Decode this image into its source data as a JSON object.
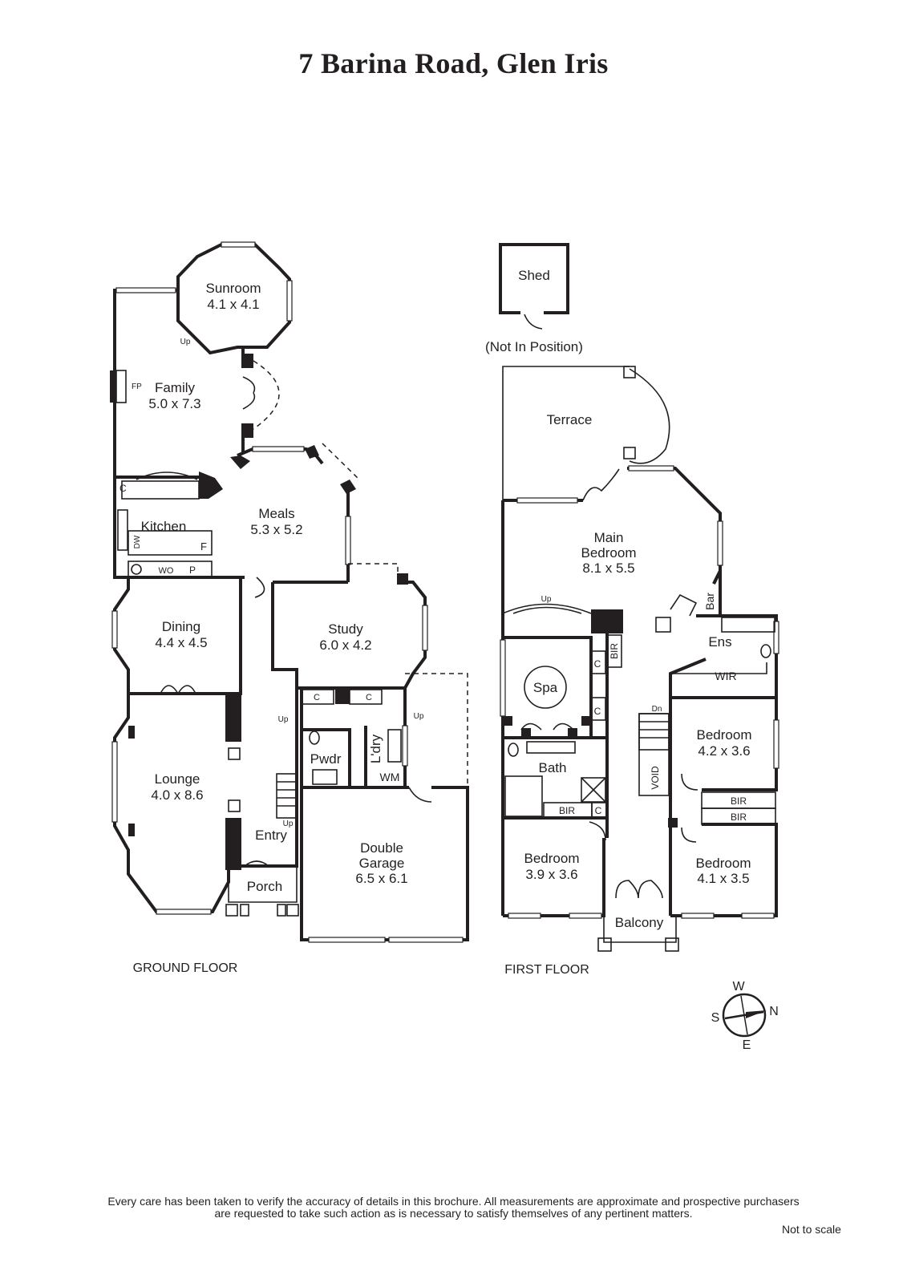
{
  "title": "7 Barina Road, Glen Iris",
  "floors": {
    "ground": "GROUND FLOOR",
    "first": "FIRST FLOOR"
  },
  "rooms": {
    "sunroom": {
      "name": "Sunroom",
      "size": "4.1 x 4.1"
    },
    "family": {
      "name": "Family",
      "size": "5.0 x 7.3"
    },
    "kitchen": {
      "name": "Kitchen"
    },
    "meals": {
      "name": "Meals",
      "size": "5.3 x 5.2"
    },
    "dining": {
      "name": "Dining",
      "size": "4.4 x 4.5"
    },
    "study": {
      "name": "Study",
      "size": "6.0 x 4.2"
    },
    "lounge": {
      "name": "Lounge",
      "size": "4.0 x 8.6"
    },
    "pwdr": {
      "name": "Pwdr"
    },
    "laundry": {
      "name": "L'dry"
    },
    "entry": {
      "name": "Entry"
    },
    "porch": {
      "name": "Porch"
    },
    "garage": {
      "name": "Double",
      "name2": "Garage",
      "size": "6.5 x 6.1"
    },
    "shed": {
      "name": "Shed",
      "note": "(Not In Position)"
    },
    "terrace": {
      "name": "Terrace"
    },
    "main_bedroom": {
      "name": "Main",
      "name2": "Bedroom",
      "size": "8.1 x 5.5"
    },
    "spa": {
      "name": "Spa"
    },
    "ens": {
      "name": "Ens"
    },
    "wir": {
      "name": "WIR"
    },
    "bath": {
      "name": "Bath"
    },
    "bedroom_a": {
      "name": "Bedroom",
      "size": "4.2 x 3.6"
    },
    "bedroom_b": {
      "name": "Bedroom",
      "size": "3.9 x 3.6"
    },
    "bedroom_c": {
      "name": "Bedroom",
      "size": "4.1 x 3.5"
    },
    "balcony": {
      "name": "Balcony"
    },
    "void": {
      "name": "VOID"
    }
  },
  "fixtures": {
    "fp": "FP",
    "c": "C",
    "dw": "DW",
    "f": "F",
    "wo": "WO",
    "p": "P",
    "wm": "WM",
    "bir": "BIR",
    "bar": "Bar",
    "up": "Up",
    "dn": "Dn"
  },
  "compass": {
    "w": "W",
    "s": "S",
    "n": "N",
    "e": "E"
  },
  "disclaimer_line1": "Every care has been taken to verify the accuracy of details in this brochure.  All measurements are approximate and prospective purchasers",
  "disclaimer_line2": "are requested to take such action as is necessary to satisfy themselves of any pertinent matters.",
  "not_to_scale": "Not to scale"
}
